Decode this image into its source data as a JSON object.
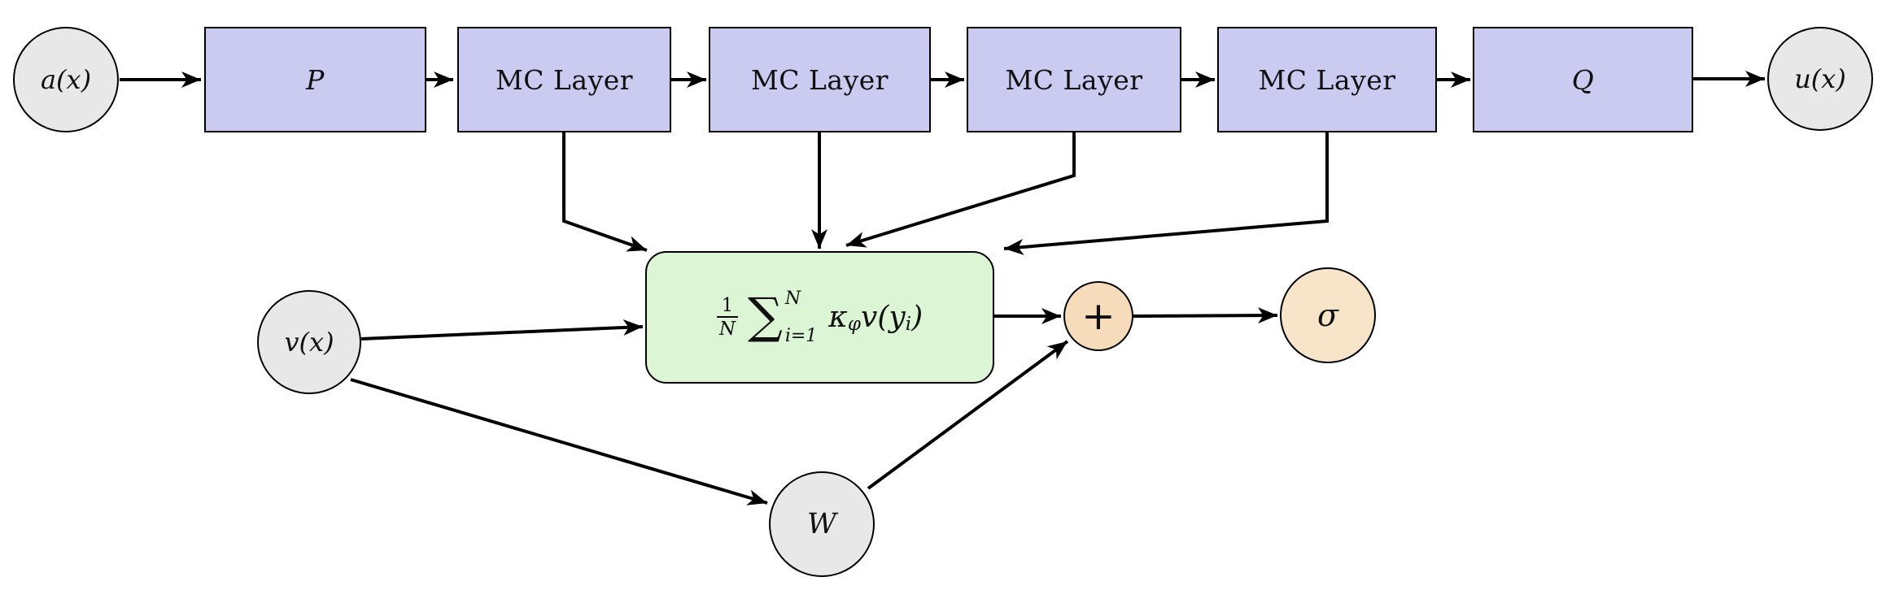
{
  "diagram_type": "neural-operator architecture flow diagram",
  "colors": {
    "lavender": "#cbcbf2",
    "gray": "#e8e8e8",
    "green": "#dcf5d5",
    "plus": "#f6dcba",
    "sigma": "#f8e5c9",
    "stroke": "#000000"
  },
  "nodes": {
    "input": "a(x)",
    "output": "u(x)",
    "context": "v(x)",
    "weight": "W",
    "plus": "+",
    "sigma": "σ"
  },
  "pipeline": {
    "boxes": [
      "P",
      "MC Layer",
      "MC Layer",
      "MC Layer",
      "MC Layer",
      "Q"
    ]
  },
  "formula": {
    "frac_num": "1",
    "frac_den": "N",
    "sum_symbol": "∑",
    "sum_sup": "N",
    "sum_sub": "i=1",
    "kappa": "κ",
    "kappa_sub": "φ",
    "arg_head": "v(y",
    "arg_sub": "i",
    "arg_close": ")"
  }
}
